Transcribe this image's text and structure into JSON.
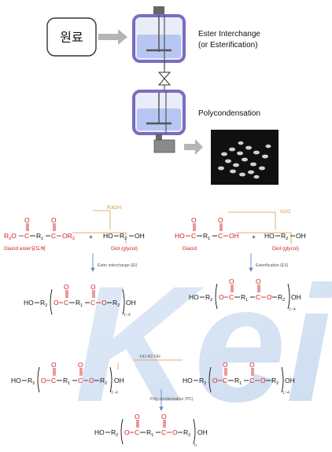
{
  "process": {
    "raw_label": "원료",
    "reactor1_label_line1": "Ester Interchange",
    "reactor1_label_line2": "(or Esterification)",
    "reactor2_label": "Polycondensation"
  },
  "left_route": {
    "byproduct": "R3OH",
    "diacid_ester_label": "Diacid ester유도체",
    "diol_label": "Diol (glycol)",
    "step1_label": "Ester interchange (EI)",
    "intermediate_n": "1~4"
  },
  "right_route": {
    "byproduct": "H2O",
    "diacid_label": "Diacid",
    "diol_label": "Diol (glycol)",
    "step1_label": "Esterification (ES)",
    "intermediate_n": "1~4"
  },
  "condensation": {
    "byproduct": "HO-R2-OH",
    "step_label": "Poly condensation (PC)",
    "product_n": "n"
  },
  "watermark": "Keit",
  "colors": {
    "vessel_frame": "#7b6cc0",
    "liquid": "#b8c6f3",
    "arrow": "#b5b5b5",
    "chem_red": "#d22020",
    "orange_line": "#d99a3a",
    "step_arrow": "#6b86c9",
    "watermark": "#a9c4e6"
  }
}
